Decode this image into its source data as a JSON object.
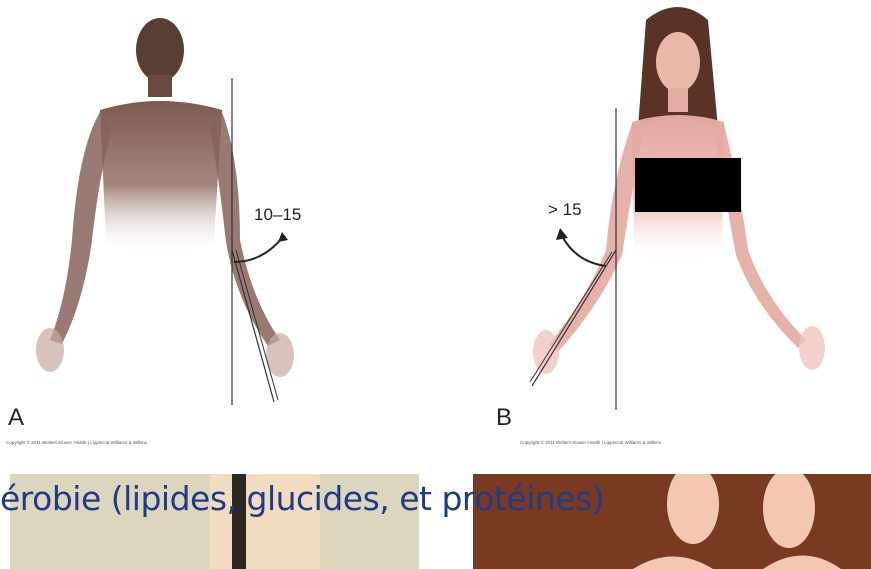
{
  "figure_a": {
    "label": "A",
    "angle_label": "10–15",
    "copyright": "Copyright © 2011 Wolters Kluwer Health | Lippincott Williams & Wilkins"
  },
  "figure_b": {
    "label": "B",
    "angle_label": "> 15",
    "copyright": "Copyright © 2011 Wolters Kluwer Health | Lippincott Williams & Wilkins"
  },
  "overlay_text": "érobie (lipides, glucides, et protéines)",
  "colors": {
    "overlay_text": "#1f3b86",
    "skin_dark": "#7d5a50",
    "skin_light": "#e3a7a1",
    "censor": "#000000"
  }
}
